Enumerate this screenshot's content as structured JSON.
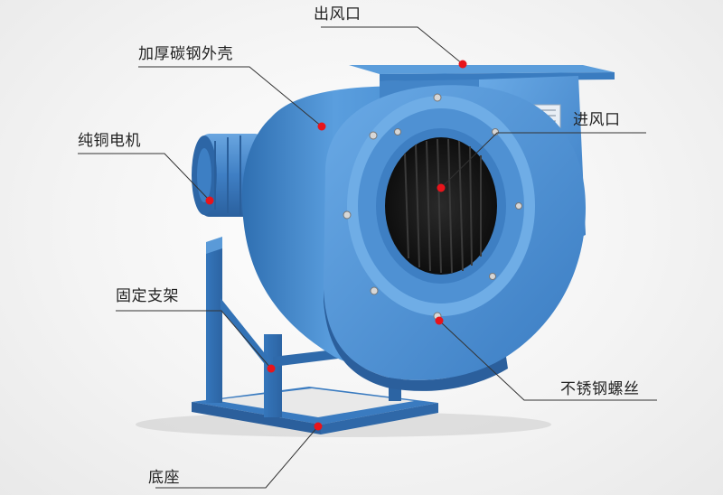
{
  "labels": {
    "outlet": "出风口",
    "casing": "加厚碳钢外壳",
    "motor": "纯铜电机",
    "inlet": "进风口",
    "bracket": "固定支架",
    "screws": "不锈钢螺丝",
    "base": "底座"
  },
  "colors": {
    "body": "#4a8fd2",
    "body_dark": "#2e6fb3",
    "body_light": "#6aa9e6",
    "impeller": "#1b1b1b",
    "line": "#333333",
    "marker": "#e8141b"
  }
}
